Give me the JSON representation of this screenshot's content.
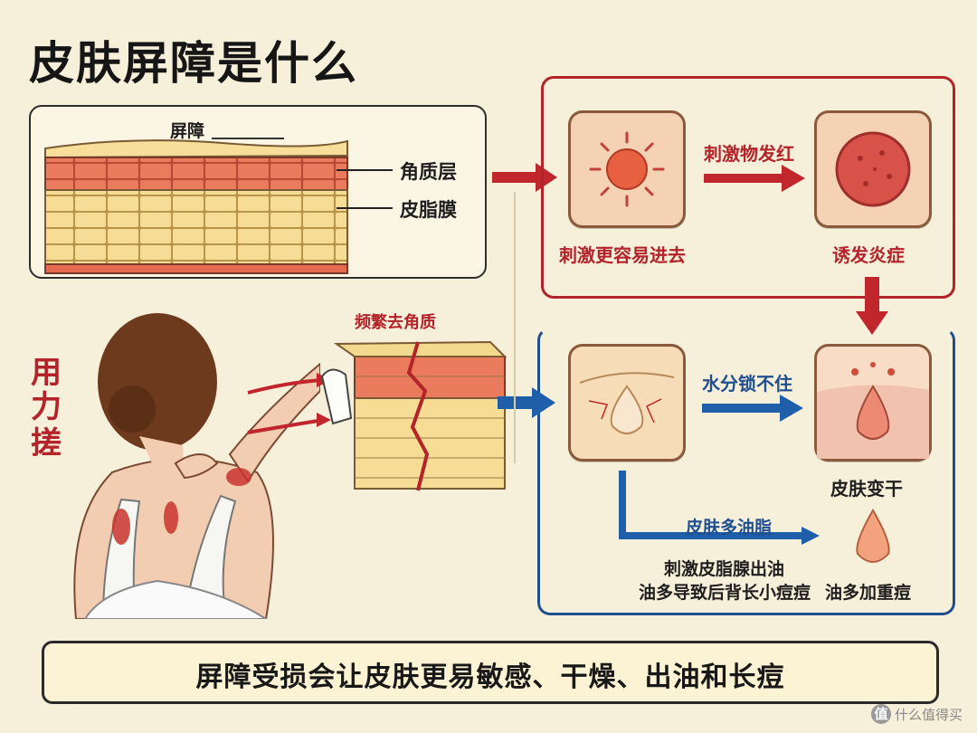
{
  "title": "皮肤屏障是什么",
  "diagram": {
    "barrier_label": "屏障",
    "stratum_corneum_label": "角质层",
    "sebum_film_label": "皮脂膜",
    "rub_text": [
      "用",
      "力",
      "搓"
    ],
    "frequent_exfoliation_label": "频繁去角质",
    "stimulus_label": "刺激更容易进去",
    "irritant_red_label": "刺激物发红",
    "inflammation_label": "诱发炎症",
    "water_lock_label": "水分锁不住",
    "skin_dry_label": "皮肤变干",
    "oily_skin_label": "皮肤多油脂",
    "sebaceous_label": "刺激皮脂腺出油",
    "back_acne_label": "油多导致后背长小痘痘",
    "worse_acne_label": "油多加重痘"
  },
  "summary": "屏障受损会让皮肤更易敏感、干燥、出油和长痘",
  "watermark": {
    "icon": "值",
    "text": "什么值得买"
  },
  "colors": {
    "red_arrow": "#c0262b",
    "blue_arrow": "#1f5ea8",
    "brick": "#e8795d",
    "sand": "#f3d98d"
  }
}
